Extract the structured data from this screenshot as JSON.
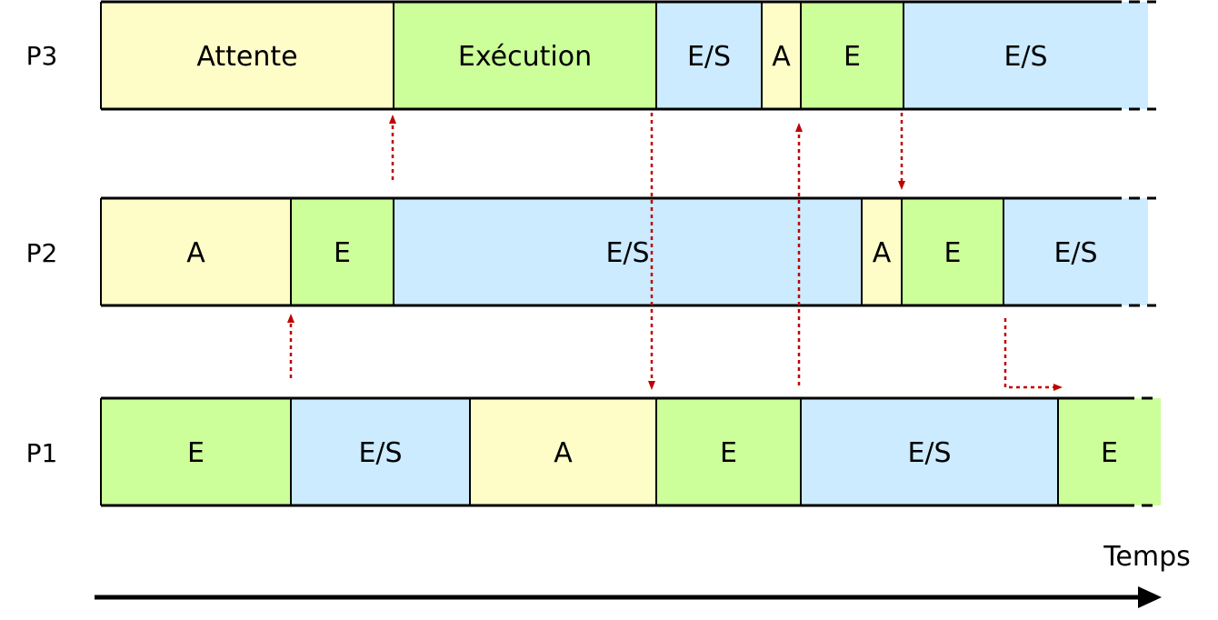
{
  "colors": {
    "attente": "#FEFDC8",
    "execution": "#CCFF99",
    "es": "#CCEBFF",
    "border": "#000000",
    "signal_arrow": "#C00000",
    "time_axis": "#000000"
  },
  "time_axis_label": "Temps",
  "processes": [
    {
      "id": "p3",
      "name": "P3",
      "segments": [
        {
          "state": "attente",
          "label": "Attente"
        },
        {
          "state": "execution",
          "label": "Exécution"
        },
        {
          "state": "es",
          "label": "E/S"
        },
        {
          "state": "attente",
          "label": "A"
        },
        {
          "state": "execution",
          "label": "E"
        },
        {
          "state": "es",
          "label": "E/S"
        }
      ]
    },
    {
      "id": "p2",
      "name": "P2",
      "segments": [
        {
          "state": "attente",
          "label": "A"
        },
        {
          "state": "execution",
          "label": "E"
        },
        {
          "state": "es",
          "label": "E/S"
        },
        {
          "state": "attente",
          "label": "A"
        },
        {
          "state": "execution",
          "label": "E"
        },
        {
          "state": "es",
          "label": "E/S"
        }
      ]
    },
    {
      "id": "p1",
      "name": "P1",
      "segments": [
        {
          "state": "execution",
          "label": "E"
        },
        {
          "state": "es",
          "label": "E/S"
        },
        {
          "state": "attente",
          "label": "A"
        },
        {
          "state": "execution",
          "label": "E"
        },
        {
          "state": "es",
          "label": "E/S"
        },
        {
          "state": "execution",
          "label": "E"
        }
      ]
    }
  ],
  "signals": [
    {
      "from": "P1",
      "to": "P2"
    },
    {
      "from": "P2",
      "to": "P3"
    },
    {
      "from": "P3",
      "to": "P1"
    },
    {
      "from": "P1",
      "to": "P3"
    },
    {
      "from": "P3",
      "to": "P2"
    },
    {
      "from": "P2",
      "to": "P1"
    }
  ]
}
